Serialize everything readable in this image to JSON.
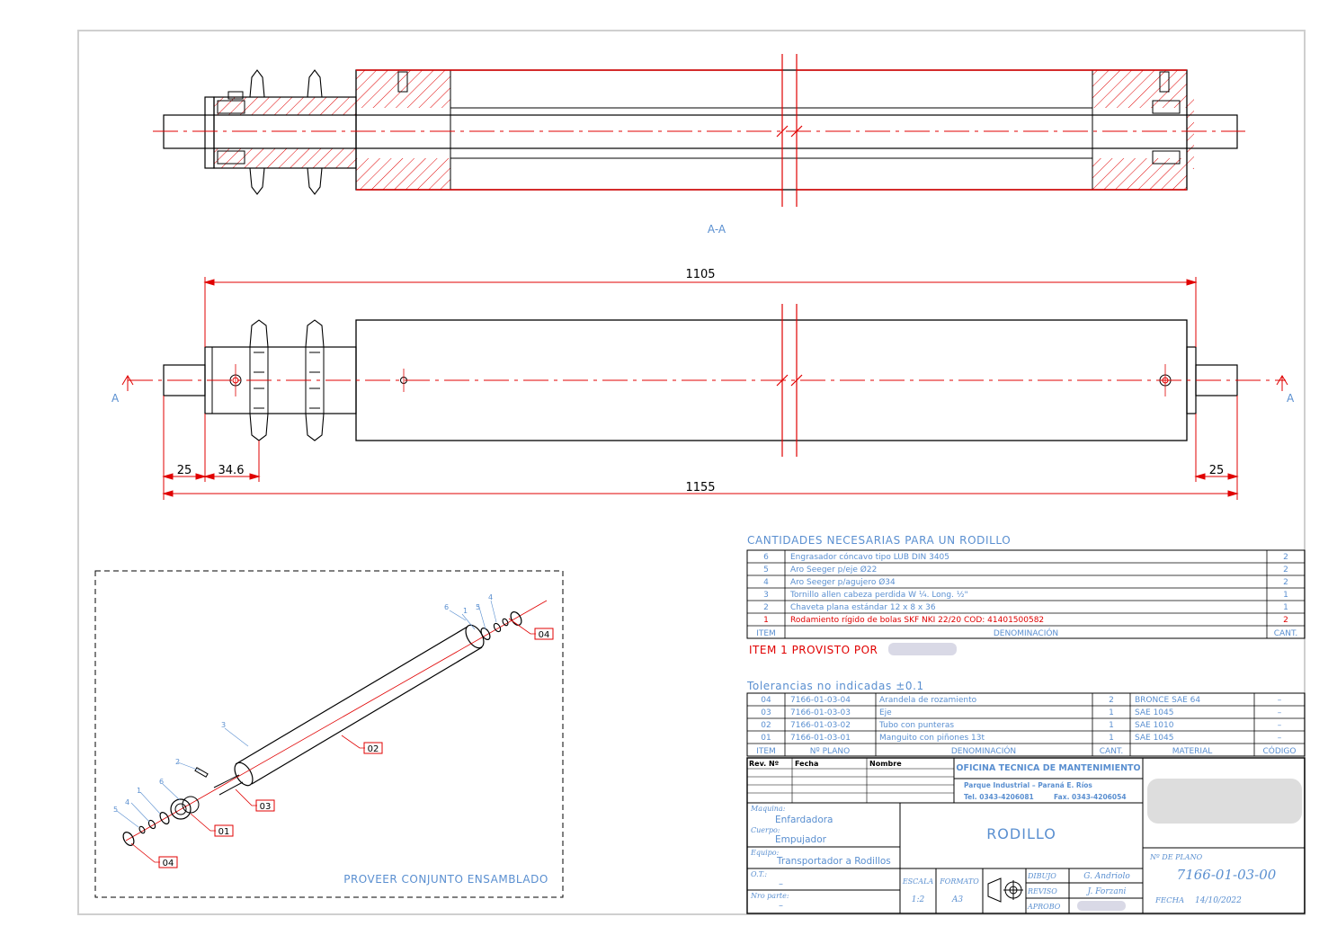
{
  "section_label": "A-A",
  "section_marker": "A",
  "dimensions": {
    "overall_tube": "1105",
    "overall": "1155",
    "left_shaft": "25",
    "sprocket_offset": "34.6",
    "right_shaft": "25"
  },
  "quantities_table": {
    "title": "CANTIDADES NECESARIAS PARA UN RODILLO",
    "rows": [
      {
        "item": "6",
        "denominacion": "Engrasador cóncavo tipo LUB DIN 3405",
        "cant": "2"
      },
      {
        "item": "5",
        "denominacion": "Aro Seeger p/eje Ø22",
        "cant": "2"
      },
      {
        "item": "4",
        "denominacion": "Aro Seeger p/agujero Ø34",
        "cant": "2"
      },
      {
        "item": "3",
        "denominacion": "Tornillo allen cabeza perdida W ¼. Long. ½\"",
        "cant": "1"
      },
      {
        "item": "2",
        "denominacion": "Chaveta plana estándar 12 x 8 x 36",
        "cant": "1"
      },
      {
        "item": "1",
        "denominacion": "Rodamiento rígido de bolas SKF NKI 22/20 COD: 41401500582",
        "cant": "2"
      }
    ],
    "header": {
      "item": "ITEM",
      "denominacion": "DENOMINACIÓN",
      "cant": "CANT."
    },
    "note": "ITEM 1 PROVISTO POR"
  },
  "parts_table": {
    "title": "Tolerancias no indicadas ±0.1",
    "rows": [
      {
        "item": "04",
        "plano": "7166-01-03-04",
        "denominacion": "Arandela de rozamiento",
        "cant": "2",
        "material": "BRONCE SAE 64",
        "codigo": "–"
      },
      {
        "item": "03",
        "plano": "7166-01-03-03",
        "denominacion": "Eje",
        "cant": "1",
        "material": "SAE 1045",
        "codigo": "–"
      },
      {
        "item": "02",
        "plano": "7166-01-03-02",
        "denominacion": "Tubo con punteras",
        "cant": "1",
        "material": "SAE 1010",
        "codigo": "–"
      },
      {
        "item": "01",
        "plano": "7166-01-03-01",
        "denominacion": "Manguito con piñones 13t",
        "cant": "1",
        "material": "SAE 1045",
        "codigo": "–"
      }
    ],
    "header": {
      "item": "ITEM",
      "plano": "Nº PLANO",
      "denominacion": "DENOMINACIÓN",
      "cant": "CANT.",
      "material": "MATERIAL",
      "codigo": "CÓDIGO"
    }
  },
  "title_block": {
    "rev_header": {
      "rev": "Rev. Nº",
      "fecha": "Fecha",
      "nombre": "Nombre"
    },
    "office": "OFICINA TECNICA DE MANTENIMIENTO",
    "address": "Parque Industrial – Paraná E. Ríos",
    "tel": "Tel. 0343-4206081",
    "fax": "Fax. 0343-4206054",
    "maquina_label": "Maquina:",
    "maquina": "Enfardadora",
    "cuerpo_label": "Cuerpo:",
    "cuerpo": "Empujador",
    "equipo_label": "Equipo:",
    "equipo": "Transportador a Rodillos",
    "ot_label": "O.T.:",
    "ot": "–",
    "nro_parte_label": "Nro parte:",
    "nro_parte": "–",
    "title": "RODILLO",
    "escala_label": "ESCALA",
    "escala": "1:2",
    "formato_label": "FORMATO",
    "formato": "A3",
    "dibujo_label": "DIBUJO",
    "dibujo": "G. Andriolo",
    "reviso_label": "REVISO",
    "reviso": "J. Forzani",
    "aprobo_label": "APROBO",
    "nro_plano_label": "Nº DE PLANO",
    "nro_plano": "7166-01-03-00",
    "fecha_label": "FECHA",
    "fecha": "14/10/2022"
  },
  "exploded": {
    "note": "PROVEER CONJUNTO ENSAMBLADO",
    "balloons": [
      "04",
      "02",
      "03",
      "01",
      "04"
    ],
    "small_labels": [
      "6",
      "1",
      "5",
      "4",
      "3",
      "2",
      "6",
      "1",
      "4",
      "5"
    ]
  }
}
